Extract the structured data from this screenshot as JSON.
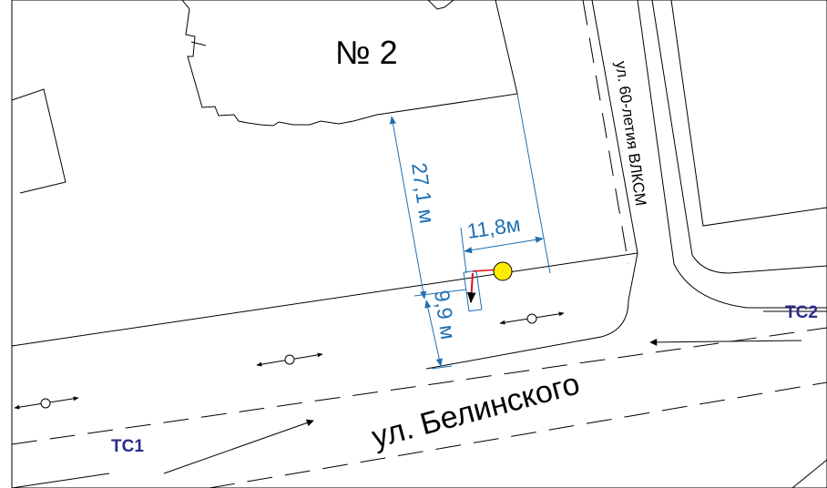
{
  "building": {
    "label": "№ 2"
  },
  "streets": {
    "main": "ул. Белинского",
    "side": "ул. 60-летия ВЛКСМ"
  },
  "dimensions": {
    "to_building": "27,1 м",
    "to_corner": "11,8м",
    "to_road": "9,9 м"
  },
  "vehicles": {
    "tc1": "ТС1",
    "tc2": "ТС2"
  },
  "colors": {
    "dimension": "#1f6fb2",
    "vehicle_label": "#2b2c8c",
    "impact_point": "#ffec00",
    "trajectory": "#e0101a"
  },
  "icons": {
    "impact_point": "yellow-circle",
    "pedestrian_track": "red-arrow-rect",
    "vehicle_direction": "arrow"
  }
}
